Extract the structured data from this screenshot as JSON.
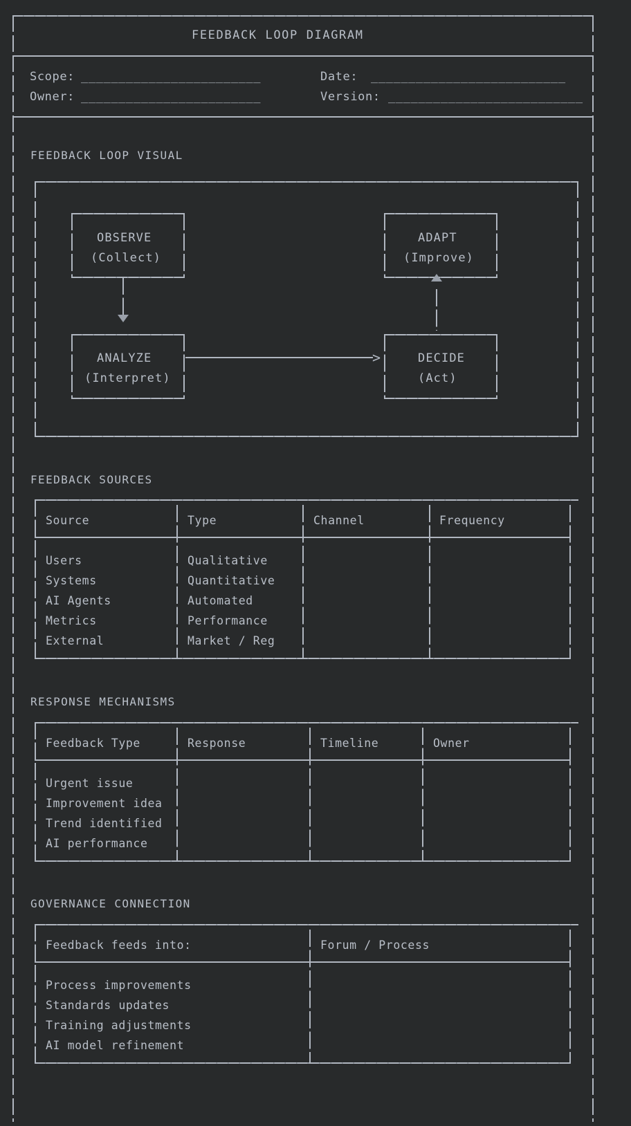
{
  "document": {
    "title": "FEEDBACK LOOP DIAGRAM",
    "blank_line": "________________________",
    "blank_line_long": "__________________________"
  },
  "meta_fields": {
    "scope_label": "Scope:",
    "owner_label": "Owner:",
    "date_label": "Date:",
    "version_label": "Version:",
    "scope_value": "________________________",
    "owner_value": "________________________",
    "date_value": "__________________________",
    "version_value": "__________________________"
  },
  "sections": {
    "visual": "FEEDBACK LOOP VISUAL",
    "sources": "FEEDBACK SOURCES",
    "response": "RESPONSE MECHANISMS",
    "governance": "GOVERNANCE CONNECTION"
  },
  "loop_nodes": [
    {
      "id": "observe",
      "title": "OBSERVE",
      "subtitle": "(Collect)"
    },
    {
      "id": "adapt",
      "title": "ADAPT",
      "subtitle": "(Improve)"
    },
    {
      "id": "analyze",
      "title": "ANALYZE",
      "subtitle": "(Interpret)"
    },
    {
      "id": "decide",
      "title": "DECIDE",
      "subtitle": "(Act)"
    }
  ],
  "loop_arrows": [
    {
      "from": "observe",
      "to": "analyze",
      "glyph": "down-triangle"
    },
    {
      "from": "analyze",
      "to": "decide",
      "glyph": "right-chevron"
    },
    {
      "from": "decide",
      "to": "adapt",
      "glyph": "up-triangle"
    },
    {
      "from": "adapt",
      "to": "observe",
      "glyph": "loop-return"
    }
  ],
  "arrow_chevron": ">",
  "tables": {
    "sources": {
      "headers": [
        "Source",
        "Type",
        "Channel",
        "Frequency"
      ],
      "rows": [
        [
          "Users",
          "Qualitative",
          "",
          ""
        ],
        [
          "Systems",
          "Quantitative",
          "",
          ""
        ],
        [
          "AI Agents",
          "Automated",
          "",
          ""
        ],
        [
          "Metrics",
          "Performance",
          "",
          ""
        ],
        [
          "External",
          "Market / Reg",
          "",
          ""
        ]
      ]
    },
    "response": {
      "headers": [
        "Feedback Type",
        "Response",
        "Timeline",
        "Owner"
      ],
      "rows": [
        [
          "Urgent issue",
          "",
          "",
          ""
        ],
        [
          "Improvement idea",
          "",
          "",
          ""
        ],
        [
          "Trend identified",
          "",
          "",
          ""
        ],
        [
          "AI performance",
          "",
          "",
          ""
        ]
      ]
    },
    "governance": {
      "headers": [
        "Feedback feeds into:",
        "Forum / Process"
      ],
      "rows": [
        [
          "Process improvements",
          ""
        ],
        [
          "Standards updates",
          ""
        ],
        [
          "Training adjustments",
          ""
        ],
        [
          "AI model refinement",
          ""
        ]
      ]
    }
  },
  "colors": {
    "background": "#282a2b",
    "page_surround": "#1c1d1e",
    "line": "#b0b6c0",
    "text": "#b9bfc8",
    "arrow": "#9aa0aa"
  }
}
